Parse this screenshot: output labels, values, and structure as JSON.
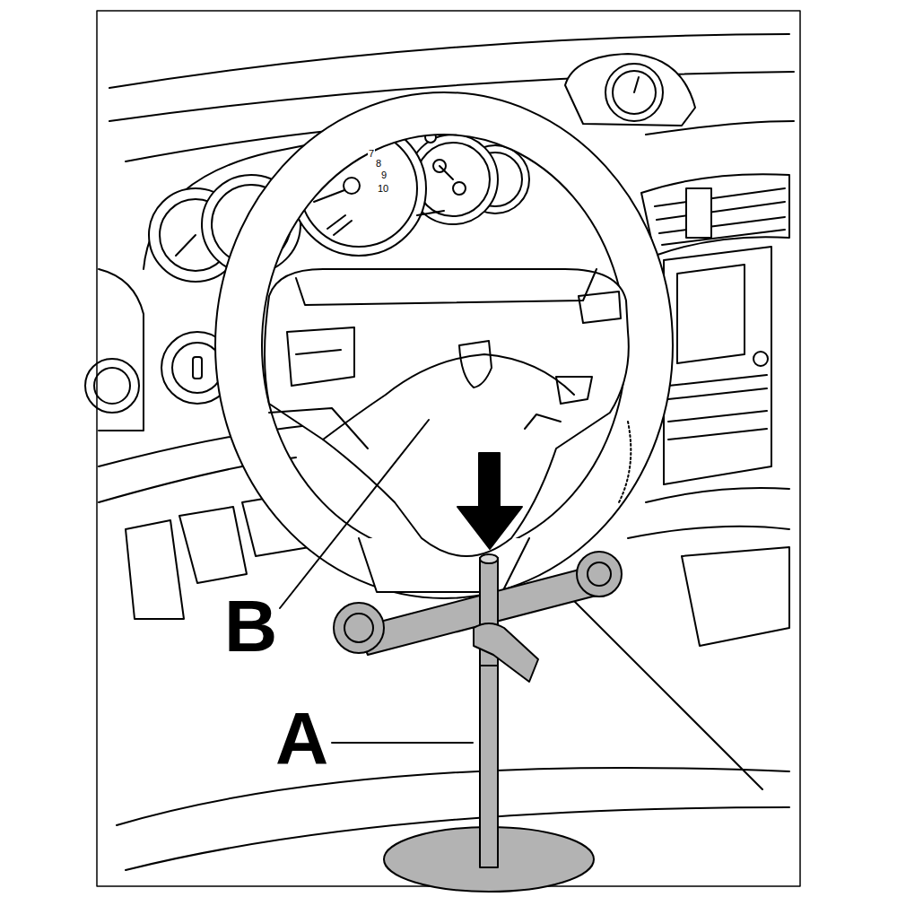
{
  "diagram": {
    "labels": [
      "B",
      "A",
      "7",
      "8",
      "9",
      "10"
    ]
  }
}
